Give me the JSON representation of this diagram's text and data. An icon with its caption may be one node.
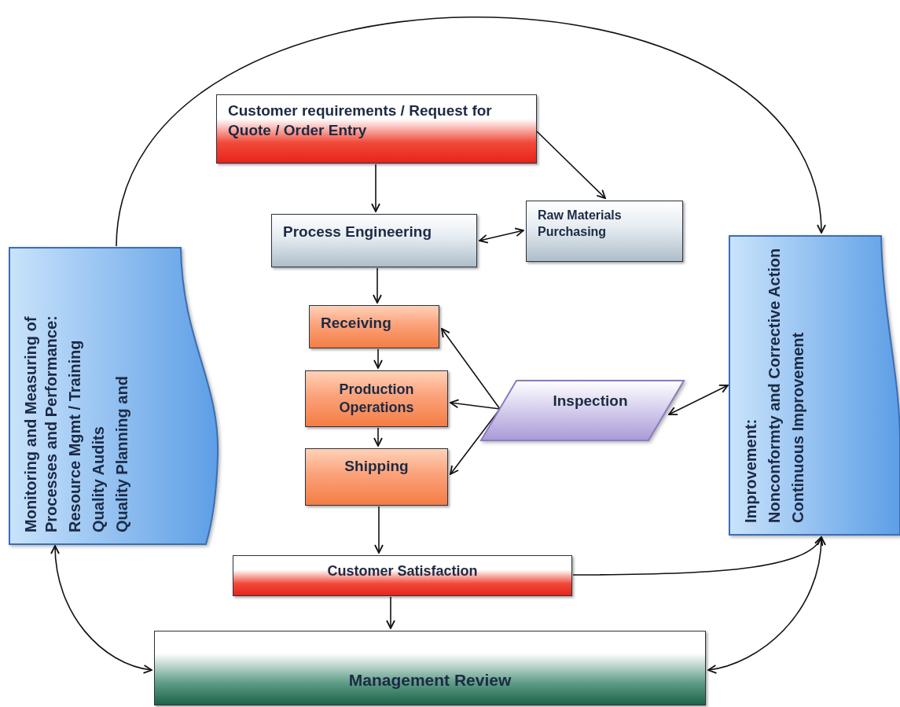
{
  "diagram": {
    "nodes": [
      {
        "text": [
          "Monitoring and Measuring of Processes and Performance:",
          "Resource Mgmt / Training",
          "Quality Audits",
          "Quality Planning and"
        ]
      },
      {
        "text": [
          "Customer requirements / Request for Quote / Order Entry"
        ]
      },
      {
        "text": [
          "Process Engineering"
        ]
      },
      {
        "text": [
          "Raw Materials Purchasing"
        ]
      },
      {
        "text": [
          "Receiving"
        ]
      },
      {
        "text": [
          "Production Operations"
        ]
      },
      {
        "text": [
          "Shipping"
        ]
      },
      {
        "text": [
          "Inspection"
        ]
      },
      {
        "text": [
          "Improvement:",
          "Nonconformty and Corrective Action",
          "Continuous Improvement"
        ]
      },
      {
        "text": [
          "Customer Satisfaction"
        ]
      },
      {
        "text": [
          "Management Review"
        ]
      }
    ],
    "edges": [
      {
        "from": 0,
        "to": 8,
        "arrow": "to"
      },
      {
        "from": 1,
        "to": 2,
        "arrow": "to"
      },
      {
        "from": 1,
        "to": 3,
        "arrow": "to"
      },
      {
        "from": 2,
        "to": 3,
        "arrow": "both"
      },
      {
        "from": 2,
        "to": 4,
        "arrow": "to"
      },
      {
        "from": 4,
        "to": 5,
        "arrow": "to"
      },
      {
        "from": 5,
        "to": 6,
        "arrow": "to"
      },
      {
        "from": 7,
        "to": 4,
        "arrow": "to"
      },
      {
        "from": 7,
        "to": 5,
        "arrow": "to"
      },
      {
        "from": 7,
        "to": 6,
        "arrow": "to"
      },
      {
        "from": 7,
        "to": 8,
        "arrow": "both"
      },
      {
        "from": 6,
        "to": 9,
        "arrow": "to"
      },
      {
        "from": 9,
        "to": 8,
        "arrow": "to"
      },
      {
        "from": 9,
        "to": 10,
        "arrow": "to"
      },
      {
        "from": 0,
        "to": 10,
        "arrow": "both"
      },
      {
        "from": 8,
        "to": 10,
        "arrow": "both"
      }
    ]
  }
}
